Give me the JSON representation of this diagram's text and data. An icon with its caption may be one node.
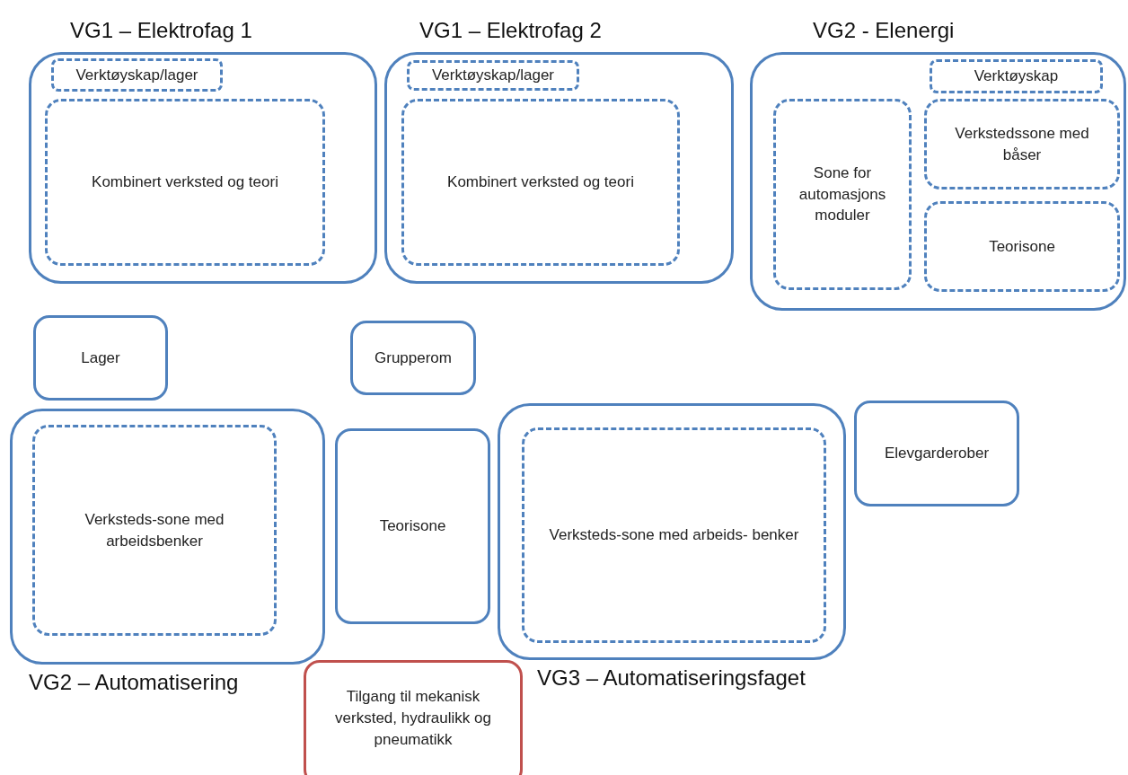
{
  "diagram": {
    "nodes": [
      {
        "text": [
          "VG1 – Elektrofag 1"
        ]
      },
      {
        "text": [
          "Verktøyskap/lager"
        ],
        "in": 0
      },
      {
        "text": [
          "Kombinert verksted og teori"
        ],
        "in": 0
      },
      {
        "text": [
          "VG1 – Elektrofag 2"
        ]
      },
      {
        "text": [
          "Verktøyskap/lager"
        ],
        "in": 3
      },
      {
        "text": [
          "Kombinert verksted og teori"
        ],
        "in": 3
      },
      {
        "text": [
          "VG2 - Elenergi"
        ]
      },
      {
        "text": [
          "Verktøyskap"
        ],
        "in": 6
      },
      {
        "text": [
          "Sone for automasjons moduler"
        ],
        "in": 6
      },
      {
        "text": [
          "Verkstedssone med båser"
        ],
        "in": 6
      },
      {
        "text": [
          "Teorisone"
        ],
        "in": 6
      },
      {
        "text": [
          "Lager"
        ]
      },
      {
        "text": [
          "Grupperom"
        ]
      },
      {
        "text": [
          "VG2 – Automatisering"
        ]
      },
      {
        "text": [
          "Verksteds-sone med arbeidsbenker"
        ],
        "in": 13
      },
      {
        "text": [
          "Teorisone"
        ]
      },
      {
        "text": [
          "VG3 – Automatiseringsfaget"
        ]
      },
      {
        "text": [
          "Verksteds-sone med arbeids- benker"
        ],
        "in": 16
      },
      {
        "text": [
          "Elevgarderober"
        ]
      },
      {
        "text": [
          "Tilgang til mekanisk verksted, hydraulikk og pneumatikk"
        ]
      }
    ],
    "edges": []
  }
}
